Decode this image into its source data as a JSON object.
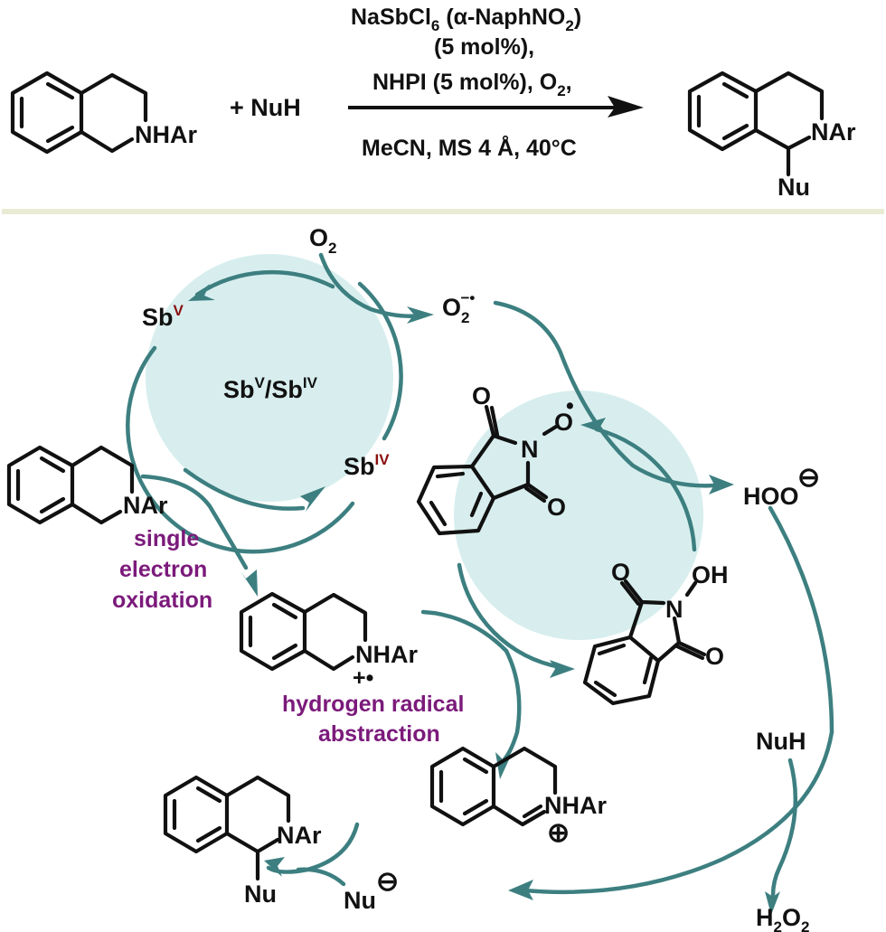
{
  "reaction": {
    "reactant_substituent": "NHAr",
    "plus_nucleophile": "+  NuH",
    "conditions": {
      "catalyst": "NaSbCl",
      "catalyst_sub": "6",
      "catalyst_ligand_open": " (α-NaphNO",
      "catalyst_ligand_sub": "2",
      "catalyst_ligand_close": ")",
      "catalyst_loading": "(5 mol%),",
      "cocatalyst": "NHPI (5 mol%), O",
      "cocatalyst_sub": "2",
      "cocatalyst_tail": ",",
      "solvent_line": "MeCN, MS 4 Å,  40°C"
    },
    "product_substituent_n": "NAr",
    "product_substituent_nu": "Nu"
  },
  "mechanism": {
    "o2_label": "O",
    "o2_sub": "2",
    "superoxide_label": "O",
    "superoxide_sub": "2",
    "superoxide_sup": "−•",
    "sb_v_label": "Sb",
    "sb_v_sup": "V",
    "sb_iv_label": "Sb",
    "sb_iv_sup": "IV",
    "sb_cycle_center": {
      "a": "Sb",
      "a_sup": "V",
      "slash": "/Sb",
      "b_sup": "IV"
    },
    "amine_substituent": "NAr",
    "step1_label": [
      "single",
      "electron",
      "oxidation"
    ],
    "radical_cation_substituent": "NHAr",
    "radical_cation_charge": "+•",
    "step2_label": [
      "hydrogen radical",
      "abstraction"
    ],
    "pino_n": "N",
    "pino_o": "O",
    "pino_radical": "•",
    "pino_carbonyl_o": "O",
    "nhpi_n": "N",
    "nhpi_oh": "OH",
    "nhpi_carbonyl_o": "O",
    "hydroperoxide_label": "HOO",
    "hydroperoxide_charge": "⊖",
    "iminium_substituent": "NHAr",
    "iminium_charge": "⊕",
    "nuh_label": "NuH",
    "h2o2_h": "H",
    "h2o2_sub1": "2",
    "h2o2_o": "O",
    "h2o2_sub2": "2",
    "nucleophile_label": "Nu",
    "nucleophile_charge": "⊖",
    "final_product_n": "NAr",
    "final_product_nu": "Nu"
  },
  "colors": {
    "cycle_arrow": "#3d7f80",
    "cycle_fill": "#d8eeee",
    "step_label": "#7b1a7b",
    "oxidation_state": "#8b0f0f",
    "divider": "#e9ebd4"
  }
}
